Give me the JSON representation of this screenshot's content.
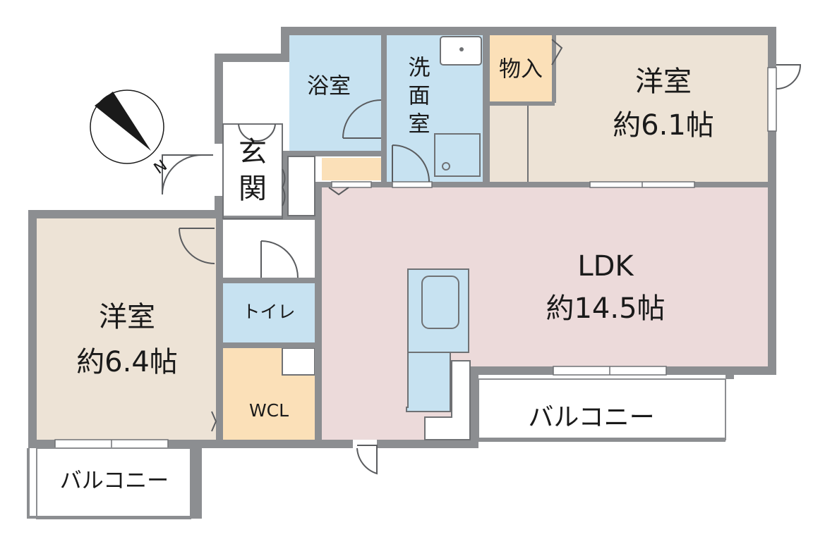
{
  "floor_plan": {
    "rooms": {
      "western_room_2": {
        "name": "洋室",
        "size": "約6.1帖"
      },
      "western_room_1": {
        "name": "洋室",
        "size": "約6.4帖"
      },
      "ldk": {
        "name": "LDK",
        "size": "約14.5帖"
      },
      "bath": {
        "name": "浴室"
      },
      "washroom": {
        "name_lines": [
          "洗",
          "面",
          "室"
        ]
      },
      "storage": {
        "name": "物入"
      },
      "entrance": {
        "name_lines": [
          "玄",
          "関"
        ]
      },
      "toilet": {
        "name": "トイレ"
      },
      "wcl": {
        "name": "WCL"
      },
      "balcony_right": {
        "name": "バルコニー"
      },
      "balcony_left": {
        "name": "バルコニー"
      }
    },
    "compass": {
      "label": "N"
    },
    "colors": {
      "wall": "#8c8e91",
      "western_room": "#ede3d6",
      "ldk": "#ecdada",
      "wet_area": "#c7e2f1",
      "storage": "#fbe0b8",
      "compass_needle": "#1a1a1a"
    }
  }
}
